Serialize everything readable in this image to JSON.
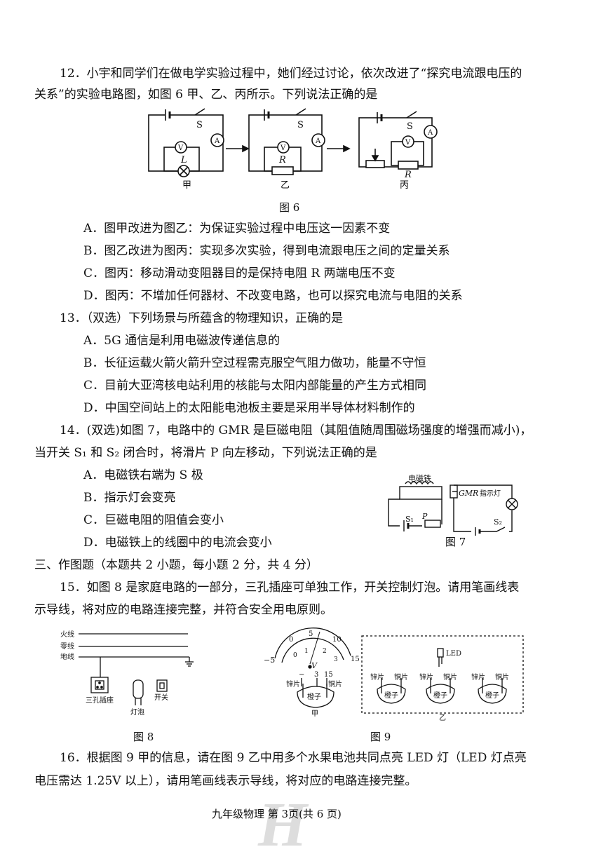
{
  "q12": {
    "line1": "12．小宇和同学们在做电学实验过程中，她们经过讨论，依次改进了“探究电流跟电压的",
    "line2": "关系”的实验电路图，如图 6 甲、乙、丙所示。下列说法正确的是",
    "fig_caption": "图 6",
    "circuit_labels": {
      "switch": "S",
      "voltmeter": "V",
      "ammeter": "A",
      "lamp": "L",
      "resistor": "R",
      "jia": "甲",
      "yi": "乙",
      "bing": "丙"
    },
    "options": [
      "A．图甲改进为图乙：为保证实验过程中电压这一因素不变",
      "B．图乙改进为图丙：实现多次实验，得到电流跟电压之间的定量关系",
      "C．图丙：移动滑动变阻器目的是保持电阻 R 两端电压不变",
      "D．图丙：不增加任何器材、不改变电路，也可以探究电流与电阻的关系"
    ]
  },
  "q13": {
    "stem": "13．（双选）下列场景与所蕴含的物理知识，正确的是",
    "options": [
      "A．5G 通信是利用电磁波传递信息的",
      "B．长征运载火箭火箭升空过程需克服空气阻力做功，能量不守恒",
      "C．目前大亚湾核电站利用的核能与太阳内部能量的产生方式相同",
      "D．中国空间站上的太阳能电池板主要是采用半导体材料制作的"
    ]
  },
  "q14": {
    "line1": "14．(双选)如图 7，电路中的 GMR 是巨磁电阻（其阻值随周围磁场强度的增强而减小)，",
    "line2": "当开关 S₁ 和 S₂ 闭合时，将滑片 P 向左移动，下列说法正确的是",
    "options": [
      "A．电磁铁右端为 S 极",
      "B．指示灯会变亮",
      "C．巨磁电阻的阻值会变小",
      "D．电磁铁上的线圈中的电流会变小"
    ],
    "fig_caption": "图 7",
    "fig_labels": {
      "electromagnet": "电磁铁",
      "gmr": "GMR",
      "indicator": "指示灯",
      "s1": "S₁",
      "s2": "S₂",
      "p": "P"
    }
  },
  "section3": {
    "heading": "三、作图题（本题共 2 小题，每小题 2 分，共 4 分）"
  },
  "q15": {
    "line1": "15．如图 8 是家庭电路的一部分，三孔插座可单独工作，开关控制灯泡。请用笔画线表",
    "line2": "示导线，将对应的电路连接完整，并符合安全用电原则。",
    "fig_caption": "图 8",
    "fig_labels": {
      "live": "火线",
      "neutral": "零线",
      "ground": "地线",
      "socket": "三孔插座",
      "bulb": "灯泡",
      "switch": "开关"
    }
  },
  "fig9": {
    "caption": "图 9",
    "jia": "甲",
    "yi": "乙",
    "led": "LED",
    "zinc": "锌片",
    "copper": "铜片",
    "orange": "橙子",
    "meter_v": "V",
    "scale_top": [
      "0",
      "5",
      "10",
      "15"
    ],
    "scale_bottom": [
      "0",
      "1",
      "2",
      "3"
    ],
    "minus5": "−5",
    "plus15": "15",
    "terminal_minus": "−",
    "terminal_3": "3",
    "terminal_15": "15"
  },
  "q16": {
    "line1": "16．根据图 9 甲的信息，请在图 9 乙中用多个水果电池共同点亮 LED 灯（LED 灯点亮",
    "line2": "电压需达 1.25V 以上），请用笔画线表示导线，将对应的电路连接完整。"
  },
  "footer": {
    "text": "九年级物理 第 3页(共 6 页)",
    "watermark": "H"
  }
}
